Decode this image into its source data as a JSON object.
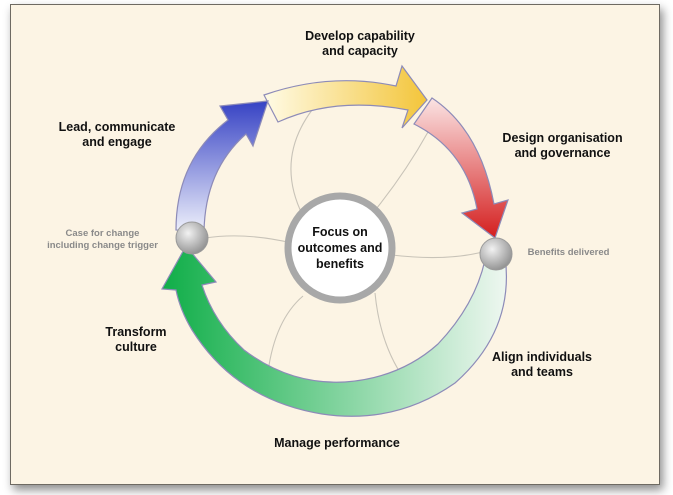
{
  "center": {
    "line1": "Focus on",
    "line2": "outcomes and",
    "line3": "benefits"
  },
  "stages": [
    {
      "line1": "Develop capability",
      "line2": "and capacity",
      "color": "#f5d042"
    },
    {
      "line1": "Design organisation",
      "line2": "and governance",
      "color": "#d8282a"
    },
    {
      "line1": "Align individuals",
      "line2": "and teams",
      "color": "#cfe8d6"
    },
    {
      "line1": "Manage performance",
      "line2": "",
      "color": "#22a24e"
    },
    {
      "line1": "Transform",
      "line2": "culture",
      "color": "#0fb04a"
    },
    {
      "line1": "Lead, communicate",
      "line2": "and engage",
      "color": "#4a54c8"
    }
  ],
  "markers": {
    "start_line1": "Case for change",
    "start_line2": "including change trigger",
    "end": "Benefits delivered"
  }
}
